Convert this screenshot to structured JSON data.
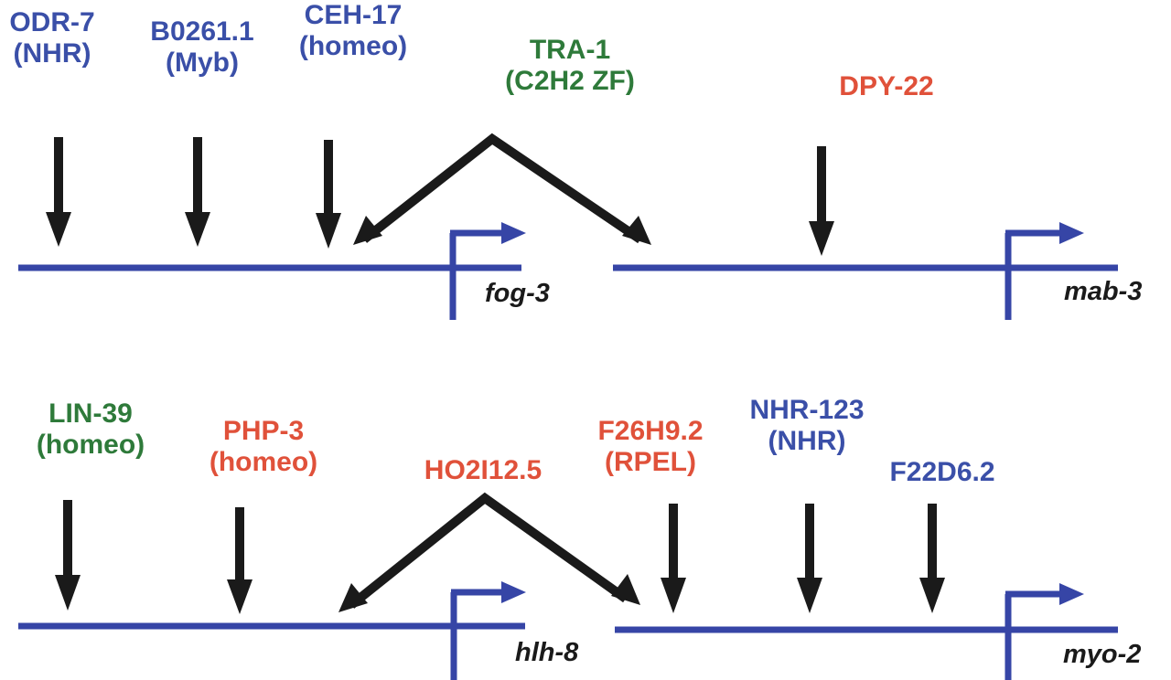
{
  "colors": {
    "nhr_blue": "#3a4fa8",
    "green": "#2e7a3a",
    "red": "#e0513a",
    "arrow": "#1a1a1a",
    "dna": "#3645a6"
  },
  "promoters": [
    {
      "gene": "fog-3",
      "factors": [
        {
          "name": "ODR-7",
          "family": "(NHR)",
          "color": "blue"
        },
        {
          "name": "B0261.1",
          "family": "(Myb)",
          "color": "blue"
        },
        {
          "name": "CEH-17",
          "family": "(homeo)",
          "color": "blue"
        }
      ]
    },
    {
      "gene": "mab-3",
      "factors": [
        {
          "name": "DPY-22",
          "family": "",
          "color": "red"
        }
      ]
    },
    {
      "gene": "hlh-8",
      "factors": [
        {
          "name": "LIN-39",
          "family": "(homeo)",
          "color": "green"
        },
        {
          "name": "PHP-3",
          "family": "(homeo)",
          "color": "red"
        }
      ]
    },
    {
      "gene": "myo-2",
      "factors": [
        {
          "name": "F26H9.2",
          "family": "(RPEL)",
          "color": "red"
        },
        {
          "name": "NHR-123",
          "family": "(NHR)",
          "color": "blue"
        },
        {
          "name": "F22D6.2",
          "family": "",
          "color": "blue"
        }
      ]
    }
  ],
  "shared_factors": [
    {
      "name": "TRA-1",
      "family": "(C2H2 ZF)",
      "color": "green",
      "targets": [
        "fog-3",
        "mab-3"
      ]
    },
    {
      "name": "HO2I12.5",
      "family": "",
      "color": "red",
      "targets": [
        "hlh-8",
        "myo-2"
      ]
    }
  ],
  "labels": {
    "odr7_name": "ODR-7",
    "odr7_family": "(NHR)",
    "b0261_name": "B0261.1",
    "b0261_family": "(Myb)",
    "ceh17_name": "CEH-17",
    "ceh17_family": "(homeo)",
    "tra1_name": "TRA-1",
    "tra1_family": "(C2H2 ZF)",
    "dpy22_name": "DPY-22",
    "lin39_name": "LIN-39",
    "lin39_family": "(homeo)",
    "php3_name": "PHP-3",
    "php3_family": "(homeo)",
    "ho2i_name": "HO2I12.5",
    "f26h9_name": "F26H9.2",
    "f26h9_family": "(RPEL)",
    "nhr123_name": "NHR-123",
    "nhr123_family": "(NHR)",
    "f22d6_name": "F22D6.2",
    "gene_fog3": "fog-3",
    "gene_mab3": "mab-3",
    "gene_hlh8": "hlh-8",
    "gene_myo2": "myo-2"
  }
}
